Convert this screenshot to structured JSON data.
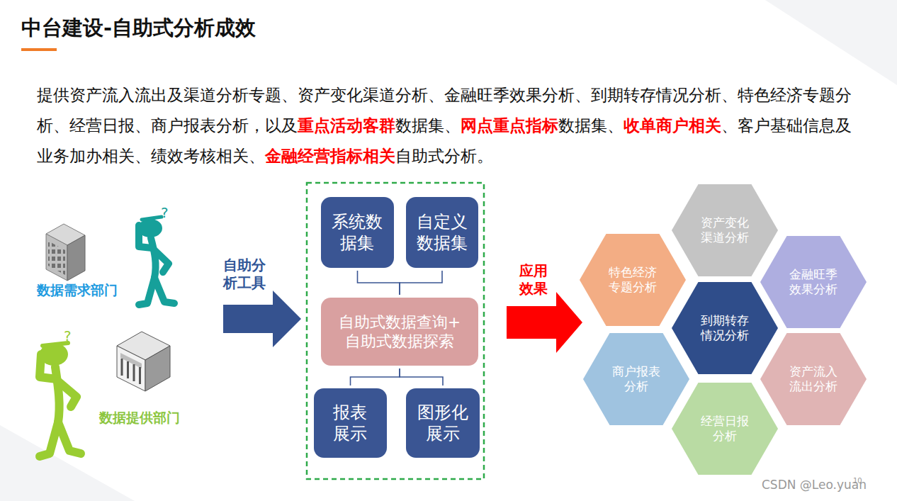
{
  "diagram": {
    "title": "中台建设-自助式分析成效",
    "nodes": [
      {
        "text": [
          "系统数据集"
        ]
      },
      {
        "text": [
          "自定义数据集"
        ]
      },
      {
        "text": [
          "自助式数据查询+ 自助式数据探索"
        ]
      },
      {
        "text": [
          "报表展示"
        ]
      },
      {
        "text": [
          "图形化展示"
        ]
      },
      {
        "text": [
          "资产变化渠道分析"
        ]
      },
      {
        "text": [
          "特色经济专题分析"
        ]
      },
      {
        "text": [
          "金融旺季效果分析"
        ]
      },
      {
        "text": [
          "到期转存情况分析"
        ]
      },
      {
        "text": [
          "商户报表分析"
        ]
      },
      {
        "text": [
          "资产流入流出分析"
        ]
      },
      {
        "text": [
          "经营日报分析"
        ]
      }
    ],
    "edges": [
      {
        "from": 0,
        "to": 2,
        "arrow": "none"
      },
      {
        "from": 1,
        "to": 2,
        "arrow": "none"
      },
      {
        "from": 2,
        "to": 3,
        "arrow": "none"
      },
      {
        "from": 2,
        "to": 4,
        "arrow": "none"
      }
    ],
    "labels": [
      "提供资产流入流出及渠道分析专题、资产变化渠道分析、金融旺季效果分析、到期转存情况分析、特色经济专题分析、经营日报、商户报表分析，以及",
      "重点活动客群",
      "数据集、",
      "网点重点指标",
      "数据集、",
      "收单商户相关",
      "、客户基础信息及业务加办相关、绩效考核相关、",
      "金融经营指标相关",
      "自助式分析。",
      "数据需求部门",
      "数据提供部门",
      "?",
      "?",
      "自助分析工具",
      "应用效果",
      "CSDN @Leo.yuan",
      "10"
    ]
  }
}
